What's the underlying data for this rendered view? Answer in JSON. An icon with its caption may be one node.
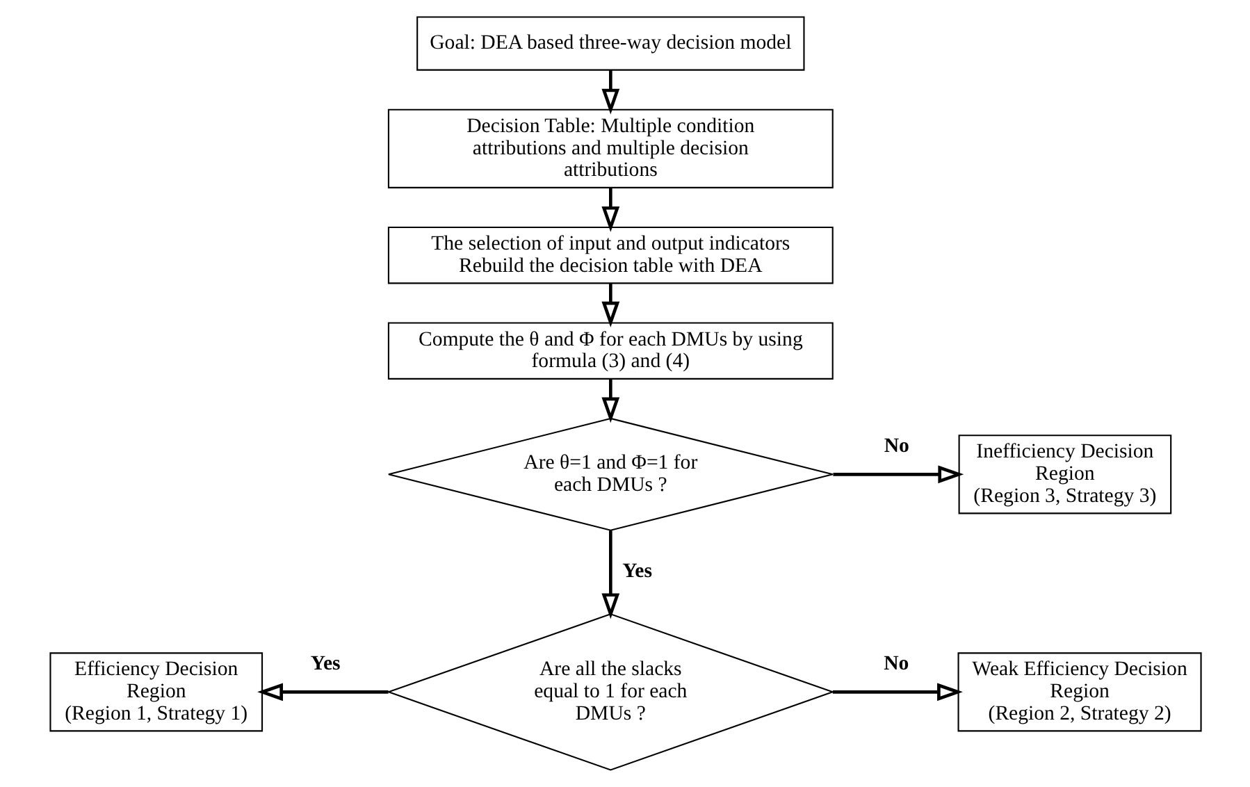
{
  "diagram": {
    "nodes": [
      {
        "text": [
          "Goal: DEA based three-way decision model"
        ]
      },
      {
        "text": [
          "Decision Table: Multiple condition attributions and multiple decision attributions"
        ]
      },
      {
        "text": [
          "The selection of input and output indicators",
          "Rebuild the decision table with DEA"
        ]
      },
      {
        "text": [
          "Compute the θ and Φ for each DMUs by using formula (3) and (4)"
        ]
      },
      {
        "text": [
          "Are θ=1 and Φ=1 for each DMUs ?"
        ]
      },
      {
        "text": [
          "Inefficiency Decision Region",
          "(Region 3, Strategy 3)"
        ]
      },
      {
        "text": [
          "Are all the slacks equal to 1 for each DMUs ?"
        ]
      },
      {
        "text": [
          "Efficiency Decision Region",
          "(Region 1, Strategy 1)"
        ]
      },
      {
        "text": [
          "Weak Efficiency Decision Region",
          "(Region 2, Strategy 2)"
        ]
      }
    ],
    "edges": [
      {
        "from": 0,
        "to": 1,
        "arrow": "to"
      },
      {
        "from": 1,
        "to": 2,
        "arrow": "to"
      },
      {
        "from": 2,
        "to": 3,
        "arrow": "to"
      },
      {
        "from": 3,
        "to": 4,
        "arrow": "to"
      },
      {
        "from": 4,
        "to": 5,
        "arrow": "to",
        "label": "No"
      },
      {
        "from": 4,
        "to": 6,
        "arrow": "to",
        "label": "Yes"
      },
      {
        "from": 6,
        "to": 7,
        "arrow": "to",
        "label": "Yes"
      },
      {
        "from": 6,
        "to": 8,
        "arrow": "to",
        "label": "No"
      }
    ]
  }
}
